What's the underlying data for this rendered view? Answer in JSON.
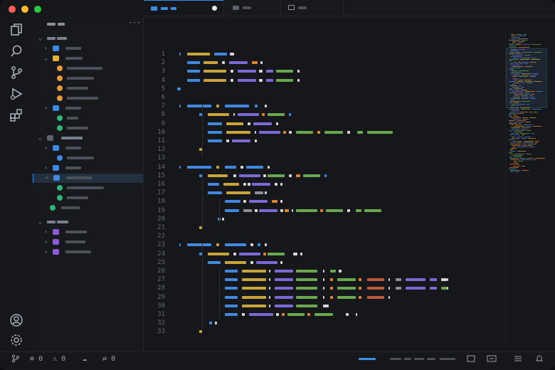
{
  "window": {
    "traffic_lights": [
      "#ff5f57",
      "#febc2e",
      "#28c840"
    ]
  },
  "titlebar_controls": [
    "split-icon",
    "panel-icon",
    "layout-icon"
  ],
  "activity_bar": [
    "explorer-icon",
    "search-icon",
    "source-control-icon",
    "run-debug-icon",
    "extensions-icon",
    "account-icon",
    "settings-icon"
  ],
  "sidebar": {
    "more": "···"
  },
  "tabs": {
    "more": "···"
  },
  "line_numbers": [
    "1",
    "2",
    "3",
    "4",
    "5",
    "6",
    "7",
    "8",
    "9",
    "10",
    "11",
    "12",
    "13",
    "14",
    "15",
    "16",
    "17",
    "18",
    "19",
    "20",
    "21",
    "22",
    "23",
    "24",
    "25",
    "26",
    "27",
    "28",
    "29",
    "30",
    "31",
    "32",
    "33"
  ],
  "status": {
    "errors": "0",
    "warnings": "0",
    "ports": "0"
  },
  "colors": {
    "accent": "#3a8ee6",
    "keyword": "#3f8ae0",
    "type": "#c9a43b",
    "purple": "#7b6ad6",
    "green": "#6aa84f",
    "orange": "#e0832f",
    "folder_blue": "#3f8ae0",
    "folder_yellow": "#e0b43a",
    "file_orange": "#e89a3a",
    "file_green": "#2fb57a",
    "folder_purple": "#8a5cd6"
  }
}
